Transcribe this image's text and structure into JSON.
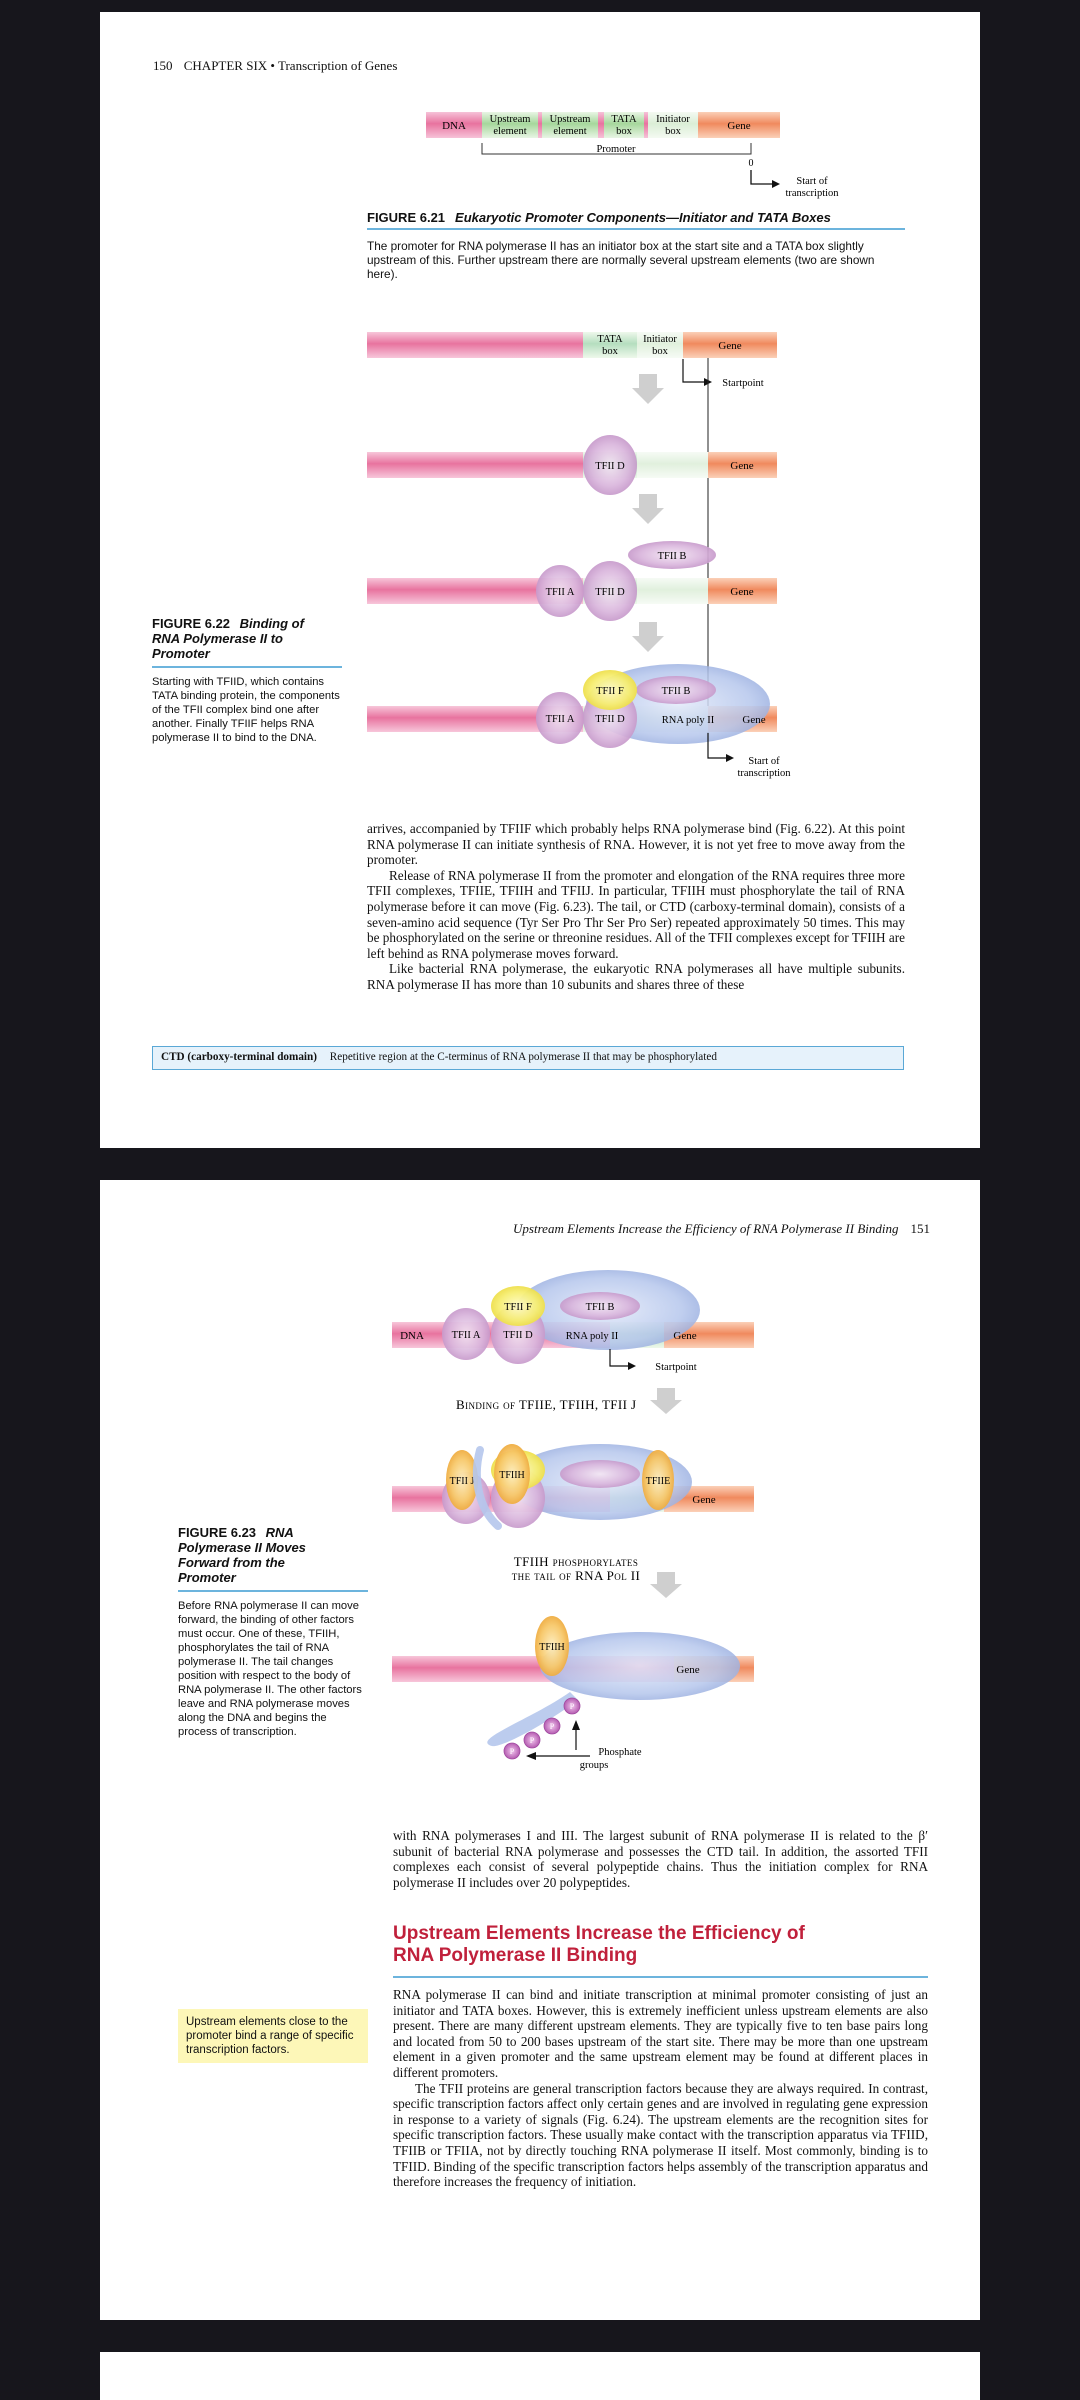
{
  "page1": {
    "header": {
      "page_number": "150",
      "chapter": "CHAPTER SIX • Transcription of Genes"
    },
    "fig621": {
      "dna": "DNA",
      "upstream_line1": "Upstream",
      "upstream_line2": "element",
      "tata_line1": "TATA",
      "tata_line2": "box",
      "initiator_line1": "Initiator",
      "initiator_line2": "box",
      "gene": "Gene",
      "promoter": "Promoter",
      "zero": "0",
      "start_line1": "Start of",
      "start_line2": "transcription",
      "number": "FIGURE 6.21",
      "title": "Eukaryotic Promoter Components—Initiator and TATA Boxes",
      "caption": "The promoter for RNA polymerase II has an initiator box at the start site and a TATA box slightly upstream of this. Further upstream there are normally several upstream elements (two are shown here)."
    },
    "fig622": {
      "tata_line1": "TATA",
      "tata_line2": "box",
      "initiator_line1": "Initiator",
      "initiator_line2": "box",
      "gene": "Gene",
      "startpoint": "Startpoint",
      "tfiid": "TFII D",
      "tfiib": "TFII B",
      "tfiia": "TFII A",
      "tfiif": "TFII F",
      "rna_pol": "RNA poly II",
      "start_line1": "Start of",
      "start_line2": "transcription",
      "number": "FIGURE 6.22",
      "title_line1": "Binding of",
      "title_line2": "RNA Polymerase II to",
      "title_line3": "Promoter",
      "caption": "Starting with TFIID, which contains TATA binding protein, the components of the TFII complex bind one after another. Finally TFIIF helps RNA polymerase II to bind to the DNA."
    },
    "body_paragraphs": [
      "arrives, accompanied by TFIIF which probably helps RNA polymerase bind (Fig. 6.22). At this point RNA polymerase II can initiate synthesis of RNA. However, it is not yet free to move away from the promoter.",
      "Release of RNA polymerase II from the promoter and elongation of the RNA requires three more TFII complexes, TFIIE, TFIIH and TFIIJ. In particular, TFIIH must phosphorylate the tail of RNA polymerase before it can move (Fig. 6.23). The tail, or CTD (carboxy-terminal domain), consists of a seven-amino acid sequence (Tyr Ser Pro Thr Ser Pro Ser) repeated approximately 50 times. This may be phosphorylated on the serine or threonine residues. All of the TFII complexes except for TFIIH are left behind as RNA polymerase moves forward.",
      "Like bacterial RNA polymerase, the eukaryotic RNA polymerases all have multiple subunits. RNA polymerase II has more than 10 subunits and shares three of these"
    ],
    "glossary": {
      "term": "CTD (carboxy-terminal domain)",
      "definition": "Repetitive region at the C-terminus of RNA polymerase II that may be phosphorylated"
    }
  },
  "page2": {
    "header": {
      "running_title": "Upstream Elements Increase the Efficiency of RNA Polymerase II Binding",
      "page_number": "151"
    },
    "fig623": {
      "dna": "DNA",
      "tfiif": "TFII F",
      "tfiib": "TFII B",
      "tfiia": "TFII A",
      "tfiid": "TFII D",
      "rna_pol": "RNA poly II",
      "gene": "Gene",
      "startpoint": "Startpoint",
      "step1": "Binding of TFIIE, TFIIH, TFII J",
      "tfiij": "TFII J",
      "tfiih": "TFIIH",
      "tfiie": "TFIIE",
      "step2_line1": "TFIIH phosphorylates",
      "step2_line2": "the tail of RNA Pol II",
      "p": "P",
      "phosphate_line1": "Phosphate",
      "phosphate_line2": "groups",
      "number": "FIGURE 6.23",
      "title_line1": "RNA",
      "title_line2": "Polymerase II Moves",
      "title_line3": "Forward from the",
      "title_line4": "Promoter",
      "caption": "Before RNA polymerase II can move forward, the binding of other factors must occur. One of these, TFIIH, phosphorylates the tail of RNA polymerase II. The tail changes position with respect to the body of RNA polymerase II. The other factors leave and RNA polymerase moves along the DNA and begins the process of transcription."
    },
    "body_top": "with RNA polymerases I and III. The largest subunit of RNA polymerase II is related to the β′ subunit of bacterial RNA polymerase and possesses the CTD tail. In addition, the assorted TFII complexes each consist of several polypeptide chains. Thus the initiation complex for RNA polymerase II includes over 20 polypeptides.",
    "section_heading_line1": "Upstream Elements Increase the Efficiency of",
    "section_heading_line2": "RNA Polymerase II Binding",
    "margin_note": "Upstream elements close to the promoter bind a range of specific transcription factors.",
    "body_paragraph1": "RNA polymerase II can bind and initiate transcription at minimal promoter consisting of just an initiator and TATA boxes. However, this is extremely inefficient unless upstream elements are also present. There are many different upstream elements. They are typically five to ten base pairs long and located from 50 to 200 bases upstream of the start site. There may be more than one upstream element in a given promoter and the same upstream element may be found at different places in different promoters.",
    "body_paragraph2": "The TFII proteins are general transcription factors because they are always required. In contrast, specific transcription factors affect only certain genes and are involved in regulating gene expression in response to a variety of signals (Fig. 6.24). The upstream elements are the recognition sites for specific transcription factors. These usually make contact with the transcription apparatus via TFIID, TFIIB or TFIIA, not by directly touching RNA polymerase II itself. Most commonly, binding is to TFIID. Binding of the specific transcription factors helps assembly of the transcription apparatus and therefore increases the frequency of initiation."
  },
  "colors": {
    "dna_pink": "#ec8fb4",
    "gene_orange": "#f4a07c",
    "promoter_green": "#cfe9c9",
    "factor_purple": "#d9b8dd",
    "tfiif_yellow": "#f7f07a",
    "tfiih_orange": "#f7c86a",
    "pol_blue": "#b8c8ec",
    "accent_blue": "#6cb4dd",
    "heading_red": "#c0203b",
    "note_yellow": "#fdf7b8"
  }
}
